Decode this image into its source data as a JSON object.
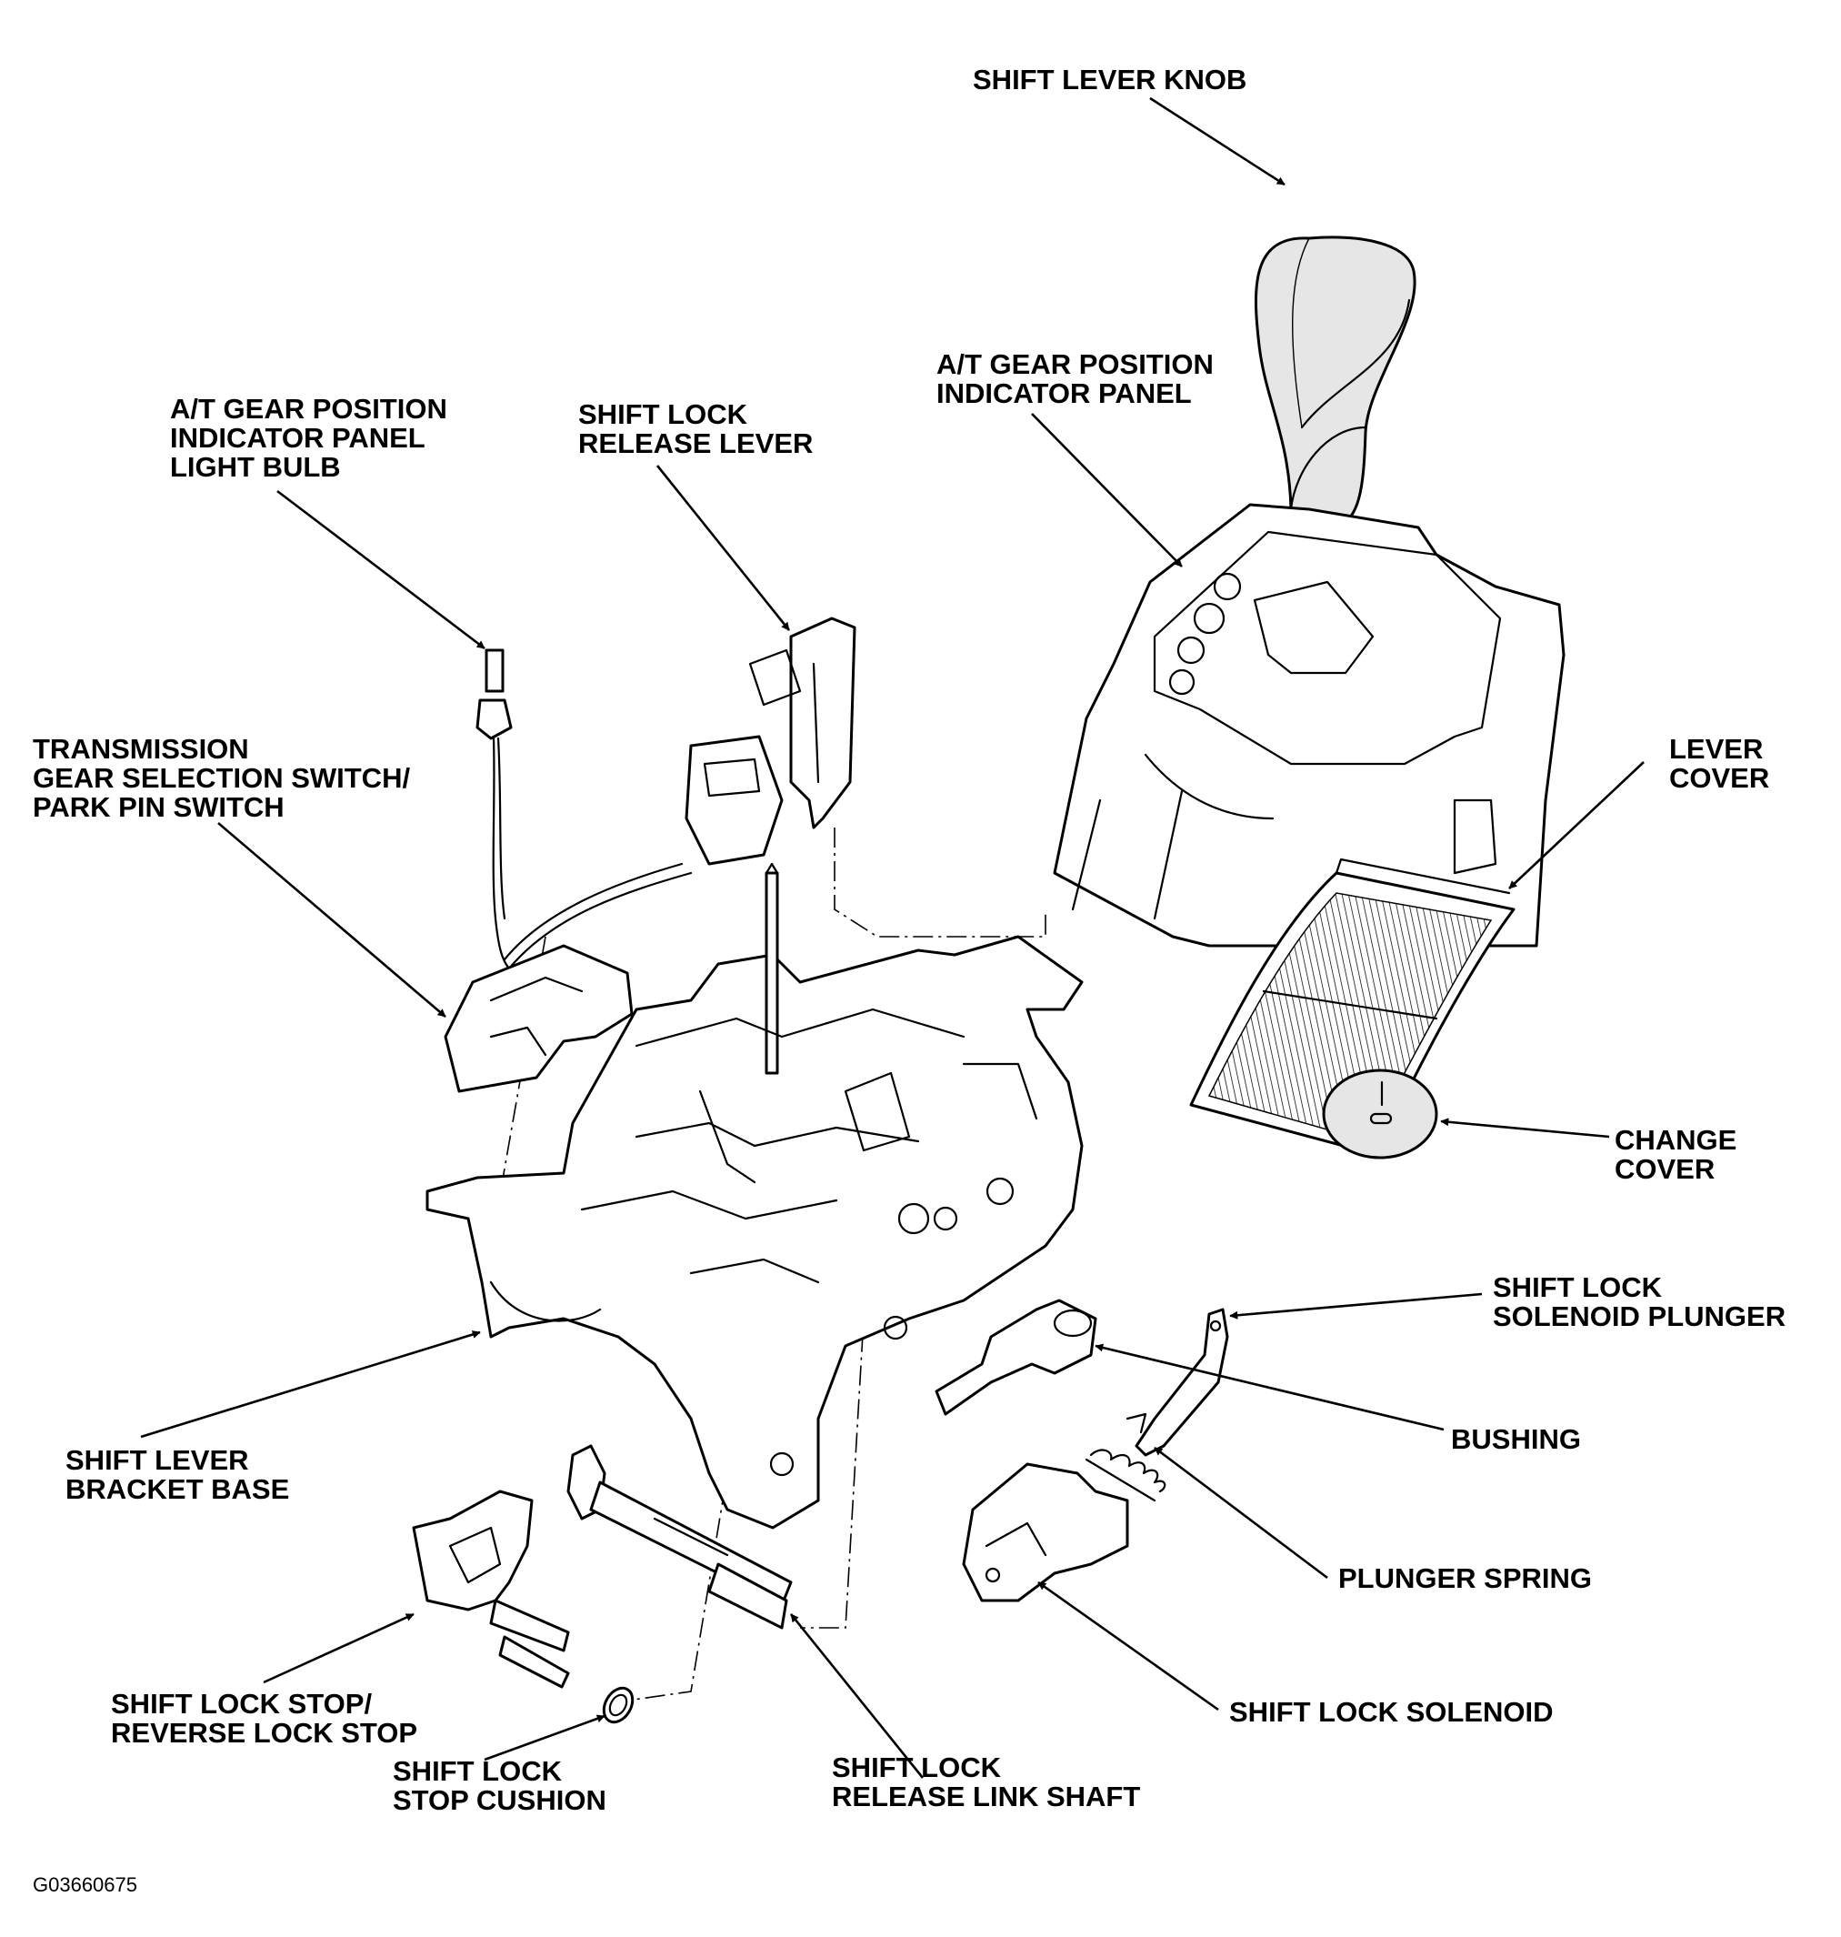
{
  "labels": {
    "shift_lever_knob": [
      "SHIFT LEVER KNOB"
    ],
    "at_panel": [
      "A/T GEAR POSITION",
      "INDICATOR PANEL"
    ],
    "bulb": [
      "A/T GEAR POSITION",
      "INDICATOR PANEL",
      "LIGHT BULB"
    ],
    "release_lever": [
      "SHIFT LOCK",
      "RELEASE LEVER"
    ],
    "gear_switch": [
      "TRANSMISSION",
      "GEAR SELECTION SWITCH/",
      "PARK PIN SWITCH"
    ],
    "lever_cover": [
      "LEVER",
      "COVER"
    ],
    "change_cover": [
      "CHANGE",
      "COVER"
    ],
    "plunger": [
      "SHIFT LOCK",
      "SOLENOID PLUNGER"
    ],
    "bushing": [
      "BUSHING"
    ],
    "bracket_base": [
      "SHIFT LEVER",
      "BRACKET BASE"
    ],
    "plunger_spring": [
      "PLUNGER SPRING"
    ],
    "lock_stop": [
      "SHIFT LOCK STOP/",
      "REVERSE LOCK STOP"
    ],
    "solenoid": [
      "SHIFT LOCK SOLENOID"
    ],
    "stop_cushion": [
      "SHIFT LOCK",
      "STOP CUSHION"
    ],
    "link_shaft": [
      "SHIFT LOCK",
      "RELEASE LINK SHAFT"
    ]
  },
  "figure_id": "G03660675"
}
